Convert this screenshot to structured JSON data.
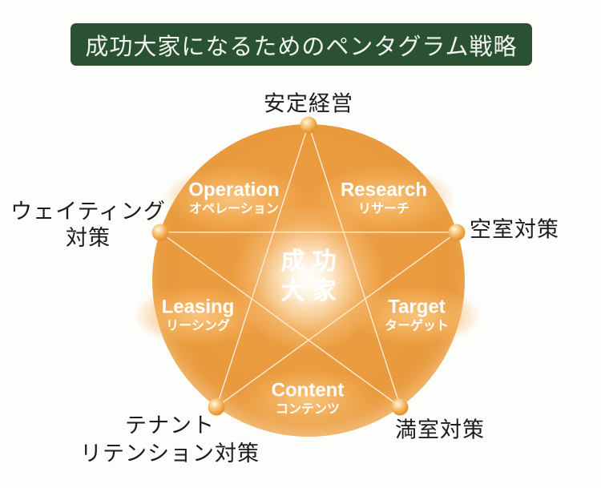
{
  "title": "成功大家になるためのペンタグラム戦略",
  "center": {
    "line1": "成功",
    "line2": "大家"
  },
  "inner_nodes": [
    {
      "id": "operation",
      "en": "Operation",
      "ja": "オペレーション"
    },
    {
      "id": "research",
      "en": "Research",
      "ja": "リサーチ"
    },
    {
      "id": "leasing",
      "en": "Leasing",
      "ja": "リーシング"
    },
    {
      "id": "target",
      "en": "Target",
      "ja": "ターゲット"
    },
    {
      "id": "content",
      "en": "Content",
      "ja": "コンテンツ"
    }
  ],
  "outer_labels": {
    "top": {
      "lines": [
        "安定経営"
      ]
    },
    "right": {
      "lines": [
        "空室対策"
      ]
    },
    "left": {
      "lines": [
        "ウェイティング",
        "対策"
      ]
    },
    "bottom_left": {
      "lines": [
        "テナント",
        "リテンション対策"
      ]
    },
    "bottom_right": {
      "lines": [
        "満室対策"
      ]
    }
  },
  "colors": {
    "header_bg": "#2b5133",
    "header_text": "#f2f5ef",
    "disc_orange": "#e9993c",
    "star_line": "#ffffff",
    "node_text": "#ffffff",
    "outer_text": "#1c1c1c",
    "background": "#fdfdfc"
  },
  "diagram": {
    "type": "pentagram",
    "vertex_count": 5,
    "vertices": [
      "top",
      "right",
      "bottom_right",
      "bottom_left",
      "left"
    ]
  }
}
